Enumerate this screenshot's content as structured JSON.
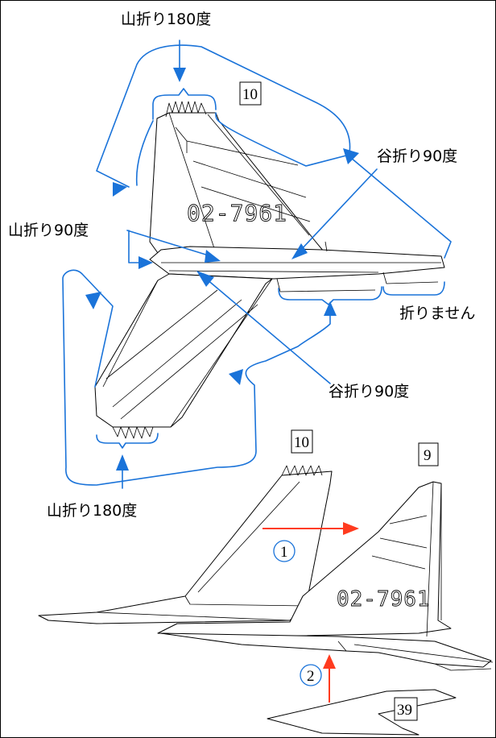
{
  "labels": {
    "mountain_180_top": "山折り180度",
    "valley_90_right": "谷折り90度",
    "mountain_90_left": "山折り90度",
    "no_fold": "折りません",
    "valley_90_center": "谷折り90度",
    "mountain_180_bottom": "山折り180度"
  },
  "part_numbers": {
    "fin_top": "10",
    "fin_bottom_left": "10",
    "fin_bottom_right": "9",
    "base_part": "39"
  },
  "steps": {
    "step1": "1",
    "step2": "2"
  },
  "serial": "02-7961",
  "colors": {
    "fold_guide": "#1a73d9",
    "assembly_arrow": "#ff3b1f"
  }
}
